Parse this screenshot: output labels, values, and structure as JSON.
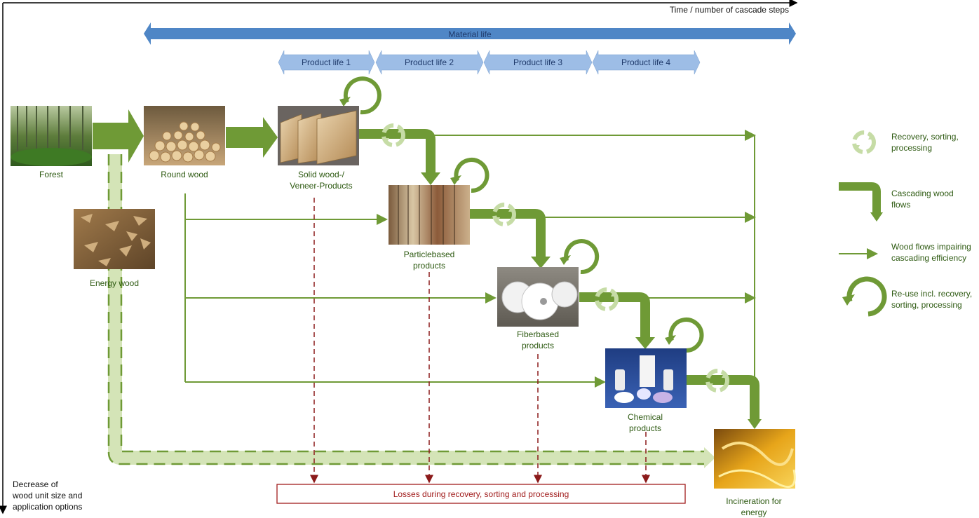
{
  "axes": {
    "x_label": "Time / number of cascade steps",
    "y_label": [
      "Decrease of",
      "wood unit size and",
      "application options"
    ]
  },
  "material_life": "Material life",
  "product_lives": [
    "Product life 1",
    "Product life 2",
    "Product life 3",
    "Product life 4"
  ],
  "nodes": {
    "forest": [
      "Forest"
    ],
    "round_wood": [
      "Round wood"
    ],
    "energy_wood": [
      "Energy wood"
    ],
    "solid_wood": [
      "Solid wood-/",
      "Veneer-Products"
    ],
    "particle": [
      "Particlebased",
      "products"
    ],
    "fiber": [
      "Fiberbased",
      "products"
    ],
    "chemical": [
      "Chemical",
      "products"
    ],
    "incineration": [
      "Incineration for",
      "energy"
    ]
  },
  "losses": "Losses during recovery, sorting and processing",
  "legend": {
    "recovery": [
      "Recovery, sorting,",
      "processing"
    ],
    "cascading": [
      "Cascading wood",
      "flows"
    ],
    "impairing": [
      "Wood flows impairing",
      "cascading efficiency"
    ],
    "reuse": [
      "Re-use incl. recovery,",
      "sorting, processing"
    ]
  },
  "colors": {
    "flow_green": "#6f9a36",
    "light_green": "#d4e4b7",
    "loss_red": "#a11d1d",
    "material_blue": "#4f86c6",
    "product_blue": "#9dbde6"
  }
}
